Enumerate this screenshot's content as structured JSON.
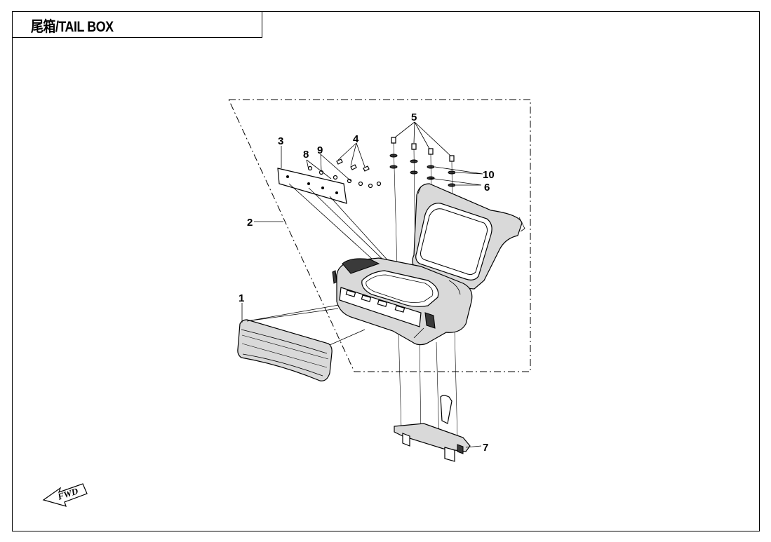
{
  "title": "尾箱/TAIL BOX",
  "direction_label": "FWD",
  "callouts": [
    {
      "id": "1",
      "label": "1"
    },
    {
      "id": "2",
      "label": "2"
    },
    {
      "id": "3",
      "label": "3"
    },
    {
      "id": "4",
      "label": "4"
    },
    {
      "id": "5",
      "label": "5"
    },
    {
      "id": "6",
      "label": "6"
    },
    {
      "id": "7",
      "label": "7"
    },
    {
      "id": "8",
      "label": "8"
    },
    {
      "id": "9",
      "label": "9"
    },
    {
      "id": "10",
      "label": "10"
    }
  ]
}
